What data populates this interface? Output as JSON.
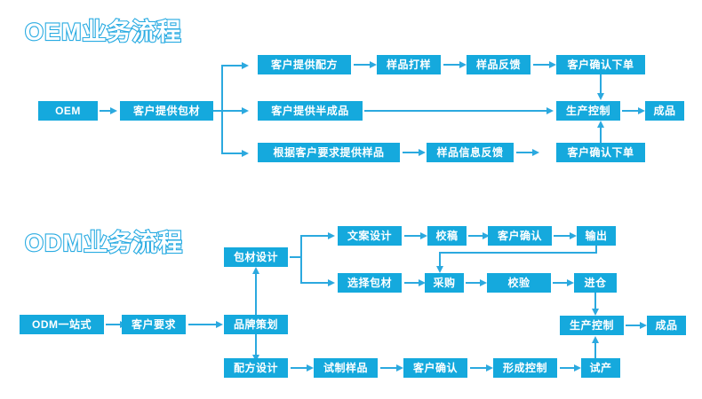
{
  "page": {
    "background": "#ffffff",
    "accent_color": "#15A9DD",
    "line_color": "#2BA9DF",
    "title_outline_color": "#29ABE2",
    "title_fill_color": "#ffffff"
  },
  "sections": [
    {
      "id": "oem",
      "title": "OEM业务流程",
      "start": "OEM",
      "boxes": {
        "start": "OEM",
        "packaging": "客户提供包材",
        "r1c1": "客户提供配方",
        "r1c2": "样品打样",
        "r1c3": "样品反馈",
        "r1c4": "客户确认下单",
        "r2c1": "客户提供半成品",
        "r3c1": "根据客户要求提供样品",
        "r3c2": "样品信息反馈",
        "r3c3": "客户确认下单",
        "control": "生产控制",
        "finished": "成品"
      }
    },
    {
      "id": "odm",
      "title": "ODM业务流程",
      "boxes": {
        "start": "ODM一站式",
        "requirement": "客户要求",
        "branding": "品牌策划",
        "pkg_design": "包材设计",
        "copy_design": "文案设计",
        "proofread": "校稿",
        "confirm_top": "客户确认",
        "output": "输出",
        "pkg_select": "选择包材",
        "purchase": "采购",
        "verify": "校验",
        "warehouse": "进仓",
        "formula": "配方设计",
        "trial_sample": "试制样品",
        "confirm_bottom": "客户确认",
        "form_control": "形成控制",
        "trial_prod": "试产",
        "control": "生产控制",
        "finished": "成品"
      }
    }
  ]
}
